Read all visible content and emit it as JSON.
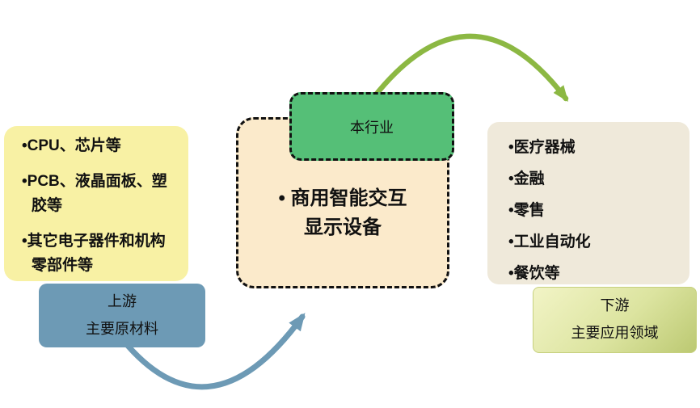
{
  "diagram": {
    "upstream": {
      "panel_items": [
        "CPU、芯片等",
        "PCB、液晶面板、塑胶等",
        "其它电子器件和机构零部件等"
      ],
      "label_title": "上游",
      "label_subtitle": "主要原材料"
    },
    "industry": {
      "tag_label": "本行业",
      "product_line1": "• 商用智能交互",
      "product_line2": "显示设备"
    },
    "downstream": {
      "panel_items": [
        "医疗器械",
        "金融",
        "零售",
        "工业自动化",
        "餐饮等"
      ],
      "label_title": "下游",
      "label_subtitle": "主要应用领域"
    },
    "colors": {
      "upstream_panel": "#F8F1A4",
      "upstream_label": "#6D9AB5",
      "industry_tag": "#55BF77",
      "industry_panel": "#FBEACB",
      "downstream_panel": "#EFE9DA",
      "downstream_label_gradient_start": "#F2F4C6",
      "downstream_label_gradient_end": "#BCC972",
      "arrow_green": "#8CB843",
      "arrow_blue": "#6D9AB5"
    }
  }
}
